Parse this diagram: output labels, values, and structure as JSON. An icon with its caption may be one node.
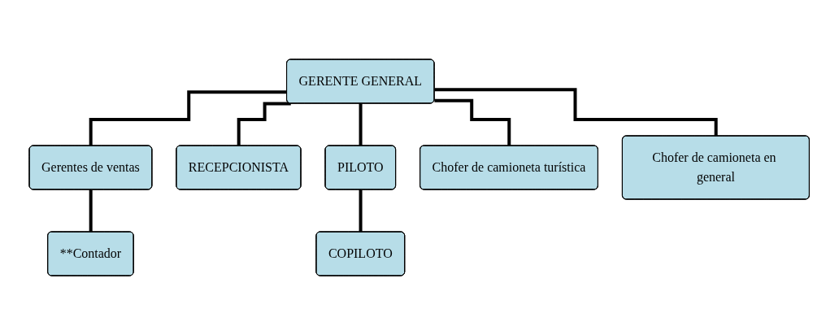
{
  "diagram": {
    "nodes": [
      {
        "text": [
          "GERENTE GENERAL"
        ]
      },
      {
        "text": [
          "Gerentes de ventas"
        ]
      },
      {
        "text": [
          "**Contador"
        ]
      },
      {
        "text": [
          "RECEPCIONISTA"
        ]
      },
      {
        "text": [
          "PILOTO"
        ]
      },
      {
        "text": [
          "Chofer de camioneta turística"
        ]
      },
      {
        "text": [
          "Chofer de camioneta en general"
        ]
      },
      {
        "text": [
          "COPILOTO"
        ]
      }
    ],
    "edges": [
      {
        "from": 0,
        "to": 1,
        "arrow": "none"
      },
      {
        "from": 1,
        "to": 2,
        "arrow": "none"
      },
      {
        "from": 0,
        "to": 3,
        "arrow": "none"
      },
      {
        "from": 0,
        "to": 4,
        "arrow": "none"
      },
      {
        "from": 0,
        "to": 5,
        "arrow": "none"
      },
      {
        "from": 0,
        "to": 6,
        "arrow": "none"
      },
      {
        "from": 4,
        "to": 7,
        "arrow": "none"
      }
    ]
  }
}
